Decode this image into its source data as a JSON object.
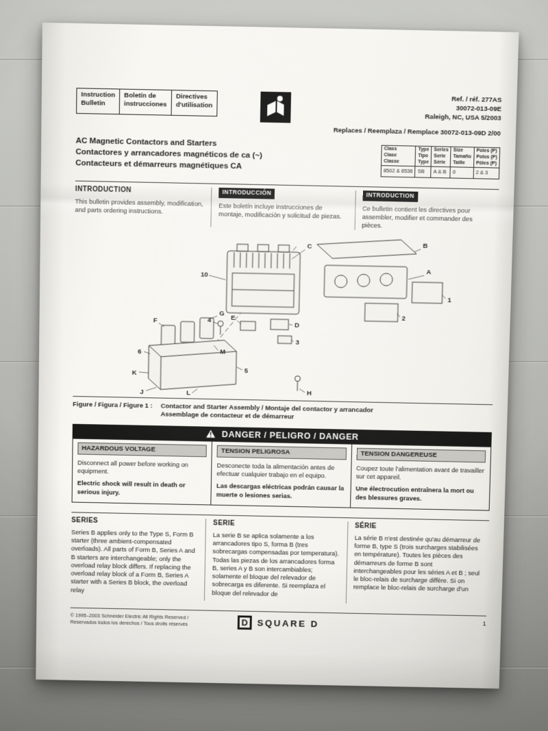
{
  "colors": {
    "paper": "#f7f6f1",
    "ink": "#1c1c1a",
    "banner": "#161615",
    "wall": "#b3b4af"
  },
  "header": {
    "boxes": [
      {
        "line1": "Instruction",
        "line2": "Bulletin"
      },
      {
        "line1": "Boletín de",
        "line2": "instrucciones"
      },
      {
        "line1": "Directives",
        "line2": "d'utilisation"
      }
    ],
    "ref_lines": [
      "Ref. / réf. 277AS",
      "30072-013-09E",
      "Raleigh, NC, USA 5/2003"
    ],
    "replaces": "Replaces / Reemplaza / Remplace 30072-013-09D 2/00"
  },
  "title": {
    "en": "AC Magnetic Contactors and Starters",
    "es": "Contactores y arrancadores magnéticos de ca (~)",
    "fr": "Contacteurs et démarreurs magnétiques CA"
  },
  "spec_table": {
    "headers": [
      {
        "l1": "Class",
        "l2": "Clase",
        "l3": "Classe"
      },
      {
        "l1": "Type",
        "l2": "Tipo",
        "l3": "Type"
      },
      {
        "l1": "Series",
        "l2": "Serie",
        "l3": "Série"
      },
      {
        "l1": "Size",
        "l2": "Tamaño",
        "l3": "Taille"
      },
      {
        "l1": "Poles (P)",
        "l2": "Polos (P)",
        "l3": "Pôles (P)"
      }
    ],
    "row": [
      "8502 & 8536",
      "SB",
      "A & B",
      "0",
      "2 & 3"
    ]
  },
  "intro": {
    "en": {
      "title": "INTRODUCTION",
      "body": "This bulletin provides assembly, modification, and parts ordering instructions."
    },
    "es": {
      "title": "INTRODUCCIÓN",
      "body": "Este boletín incluye instrucciones de montaje, modificación y solicitud de piezas."
    },
    "fr": {
      "title": "INTRODUCTION",
      "body": "Ce bulletin contient les directives pour assembler, modifier et commander des pièces."
    }
  },
  "figure": {
    "caption_label": "Figure / Figura / Figure 1 :",
    "caption_line1": "Contactor and Starter Assembly / Montaje del contactor y arrancador",
    "caption_line2": "Assemblage de contacteur et de démarreur",
    "callouts": {
      "p10": "10",
      "pC": "C",
      "pB": "B",
      "pA": "A",
      "p1": "1",
      "p2": "2",
      "pD": "D",
      "pE": "E",
      "p4": "4",
      "p3": "3",
      "pF": "F",
      "pG": "G",
      "pM": "M",
      "p6": "6",
      "pK": "K",
      "pJ": "J",
      "p5": "5",
      "pL": "L",
      "pH": "H"
    }
  },
  "danger": {
    "banner": "DANGER / PELIGRO / DANGER",
    "columns": [
      {
        "title": "HAZARDOUS VOLTAGE",
        "body": "Disconnect all power before working on equipment.",
        "emphasis": "Electric shock will result in death or serious injury."
      },
      {
        "title": "TENSION PELIGROSA",
        "body": "Desconecte toda la alimentación antes de efectuar cualquier trabajo en el equipo.",
        "emphasis": "Las descargas eléctricas podrán causar la muerte o lesiones serias."
      },
      {
        "title": "TENSION DANGEREUSE",
        "body": "Coupez toute l'alimentation avant de travailler sur cet appareil.",
        "emphasis": "Une électrocution entraînera la mort ou des blessures graves."
      }
    ]
  },
  "series": {
    "columns": [
      {
        "title": "SERIES",
        "body": "Series B applies only to the Type S, Form B starter (three ambient-compensated overloads). All parts of Form B, Series A and B starters are interchangeable; only the overload relay block differs. If replacing the overload relay block of a Form B, Series A starter with a Series B block, the overload relay"
      },
      {
        "title": "SERIE",
        "body": "La serie B se aplica solamente a los arrancadores tipo S, forma B (tres sobrecargas compensadas por temperatura). Todas las piezas de los arrancadores forma B, series A y B son intercambiables; solamente el bloque del relevador de sobrecarga es diferente. Si reemplaza el bloque del relevador de"
      },
      {
        "title": "SÉRIE",
        "body": "La série B n'est destinée qu'au démarreur de forme B, type S (trois surcharges stabilisées en température). Toutes les pièces des démarreurs de forme B sont interchangeables pour les séries A et B ; seul le bloc-relais de surcharge diffère. Si on remplace le bloc-relais de surcharge d'un"
      }
    ]
  },
  "footer": {
    "copyright_line1": "© 1995–2003 Schneider Electric  All Rights Reserved /",
    "copyright_line2": "Reservados todos los derechos / Tous droits réservés",
    "brand": "SQUARE D",
    "brand_letter": "D",
    "page": "1"
  }
}
